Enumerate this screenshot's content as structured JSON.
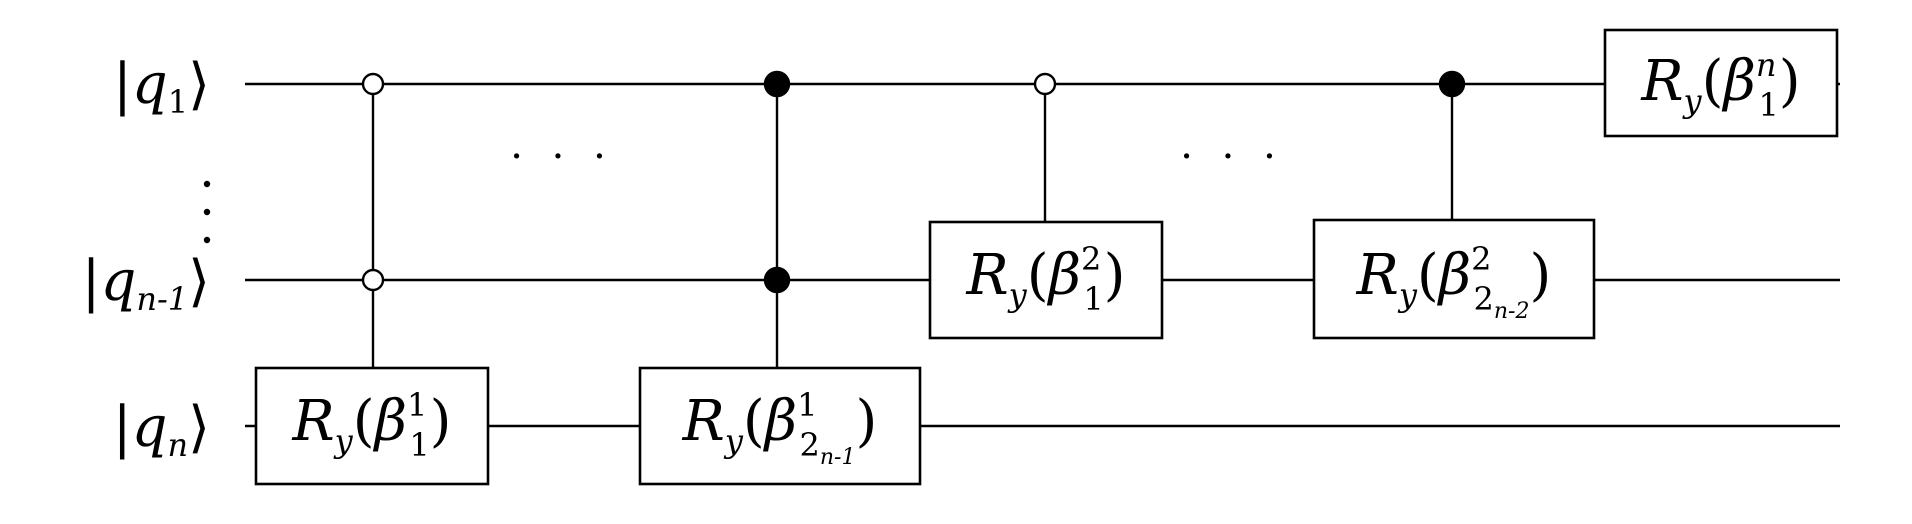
{
  "qubits": [
    {
      "label": "q",
      "sub": "1"
    },
    {
      "label": "q",
      "sub": "n-1"
    },
    {
      "label": "q",
      "sub": "n"
    }
  ],
  "ellipsis_h": "· · ·",
  "gates": [
    {
      "op": "R",
      "opsub": "y",
      "param": "β",
      "sup": "1",
      "sub": "1",
      "subsub": ""
    },
    {
      "op": "R",
      "opsub": "y",
      "param": "β",
      "sup": "1",
      "sub": "2",
      "subsub": "n-1"
    },
    {
      "op": "R",
      "opsub": "y",
      "param": "β",
      "sup": "2",
      "sub": "1",
      "subsub": ""
    },
    {
      "op": "R",
      "opsub": "y",
      "param": "β",
      "sup": "2",
      "sub": "2",
      "subsub": "n-2"
    },
    {
      "op": "R",
      "opsub": "y",
      "param": "β",
      "sup": "n",
      "sub": "1",
      "subsub": ""
    }
  ]
}
